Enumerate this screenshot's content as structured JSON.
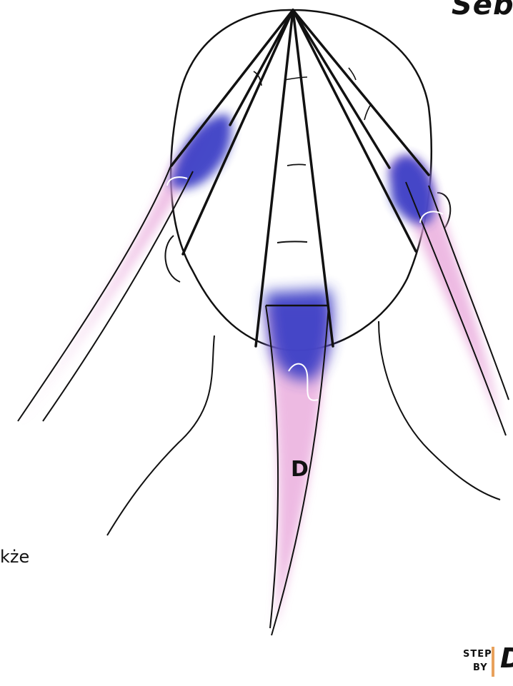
{
  "labels": {
    "section_d": "D",
    "top_right_fragment": "Sebt",
    "left_fragment": "kże"
  },
  "logo": {
    "line1": "STEP",
    "line2": "BY",
    "mark": "D"
  },
  "colors": {
    "ink": "#111111",
    "root_color": "#3b3fc4",
    "ends_color": "#e7a6d8",
    "logo_bar": "#e8a15c"
  },
  "icons": {
    "logo": "step-by-step-logo"
  }
}
